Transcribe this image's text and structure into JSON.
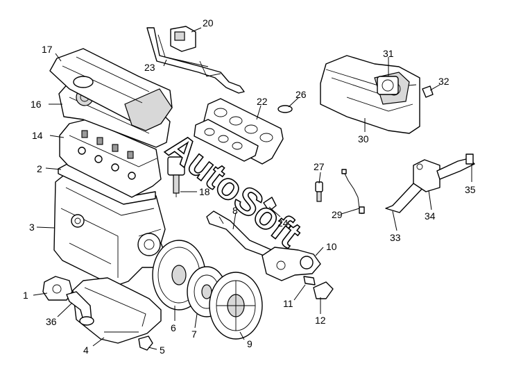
{
  "watermark": "AutoSoft",
  "labels": [
    "1",
    "2",
    "3",
    "4",
    "5",
    "6",
    "7",
    "8",
    "9",
    "10",
    "11",
    "12",
    "14",
    "16",
    "17",
    "18",
    "20",
    "22",
    "23",
    "24",
    "26",
    "27",
    "29",
    "30",
    "31",
    "32",
    "33",
    "34",
    "35",
    "36"
  ]
}
